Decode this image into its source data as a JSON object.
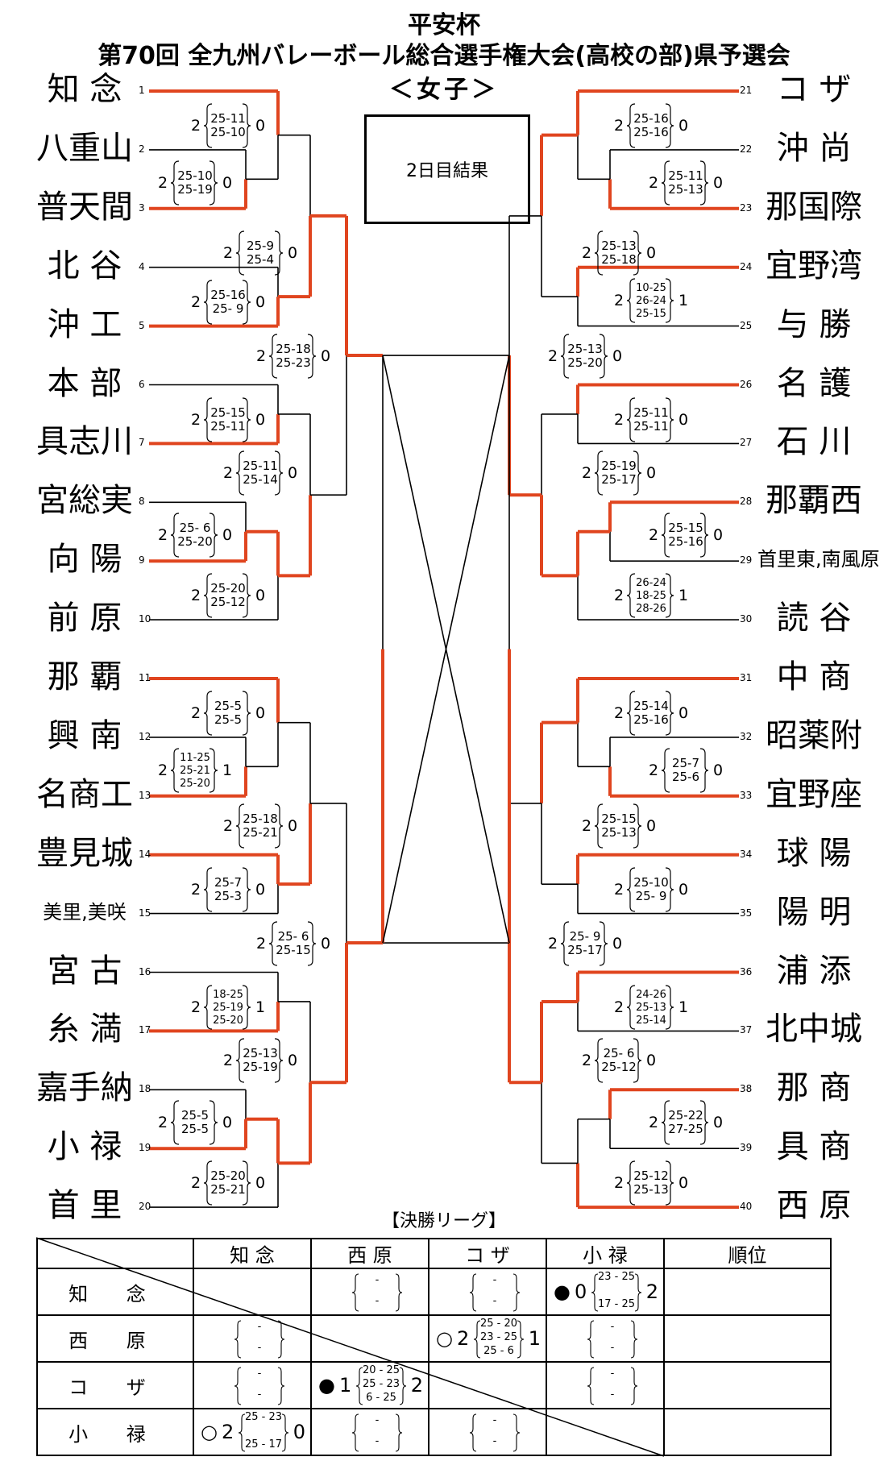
{
  "header": {
    "line1": "平安杯",
    "line2": "第70回 全九州バレーボール総合選手権大会(高校の部)県予選会",
    "line3": "＜女子＞"
  },
  "result_box": "2日目結果",
  "left_teams": [
    "知 念",
    "八重山",
    "普天間",
    "北 谷",
    "沖 工",
    "本 部",
    "具志川",
    "宮総実",
    "向 陽",
    "前 原",
    "那 覇",
    "興 南",
    "名商工",
    "豊見城",
    "美里,美咲",
    "宮 古",
    "糸 満",
    "嘉手納",
    "小 禄",
    "首 里"
  ],
  "right_teams": [
    "コ ザ",
    "沖 尚",
    "那国際",
    "宜野湾",
    "与 勝",
    "名 護",
    "石 川",
    "那覇西",
    "首里東,南風原",
    "読 谷",
    "中 商",
    "昭薬附",
    "宜野座",
    "球 陽",
    "陽 明",
    "浦 添",
    "北中城",
    "那 商",
    "具 商",
    "西 原"
  ],
  "left_numbers": [
    "1",
    "2",
    "3",
    "4",
    "5",
    "6",
    "7",
    "8",
    "9",
    "10",
    "11",
    "12",
    "13",
    "14",
    "15",
    "16",
    "17",
    "18",
    "19",
    "20"
  ],
  "right_numbers": [
    "21",
    "22",
    "23",
    "24",
    "25",
    "26",
    "27",
    "28",
    "29",
    "30",
    "31",
    "32",
    "33",
    "34",
    "35",
    "36",
    "37",
    "38",
    "39",
    "40"
  ],
  "matches": [
    {
      "w": "2",
      "s": [
        "25-11",
        "25-10"
      ],
      "l": "0"
    },
    {
      "w": "2",
      "s": [
        "25-10",
        "25-19"
      ],
      "l": "0"
    },
    {
      "w": "2",
      "s": [
        "25-9",
        "25-4"
      ],
      "l": "0"
    },
    {
      "w": "2",
      "s": [
        "25-16",
        "25- 9"
      ],
      "l": "0"
    },
    {
      "w": "2",
      "s": [
        "25-18",
        "25-23"
      ],
      "l": "0"
    },
    {
      "w": "2",
      "s": [
        "25-15",
        "25-11"
      ],
      "l": "0"
    },
    {
      "w": "2",
      "s": [
        "25-11",
        "25-14"
      ],
      "l": "0"
    },
    {
      "w": "2",
      "s": [
        "25- 6",
        "25-20"
      ],
      "l": "0"
    },
    {
      "w": "2",
      "s": [
        "25-20",
        "25-12"
      ],
      "l": "0"
    },
    {
      "w": "2",
      "s": [
        "25-5",
        "25-5"
      ],
      "l": "0"
    },
    {
      "w": "2",
      "s": [
        "11-25",
        "25-21",
        "25-20"
      ],
      "l": "1"
    },
    {
      "w": "2",
      "s": [
        "25-18",
        "25-21"
      ],
      "l": "0"
    },
    {
      "w": "2",
      "s": [
        "25-7",
        "25-3"
      ],
      "l": "0"
    },
    {
      "w": "2",
      "s": [
        "25- 6",
        "25-15"
      ],
      "l": "0"
    },
    {
      "w": "2",
      "s": [
        "18-25",
        "25-19",
        "25-20"
      ],
      "l": "1"
    },
    {
      "w": "2",
      "s": [
        "25-13",
        "25-19"
      ],
      "l": "0"
    },
    {
      "w": "2",
      "s": [
        "25-5",
        "25-5"
      ],
      "l": "0"
    },
    {
      "w": "2",
      "s": [
        "25-20",
        "25-21"
      ],
      "l": "0"
    },
    {
      "w": "2",
      "s": [
        "25-16",
        "25-16"
      ],
      "l": "0"
    },
    {
      "w": "2",
      "s": [
        "25-11",
        "25-13"
      ],
      "l": "0"
    },
    {
      "w": "2",
      "s": [
        "25-13",
        "25-18"
      ],
      "l": "0"
    },
    {
      "w": "2",
      "s": [
        "10-25",
        "26-24",
        "25-15"
      ],
      "l": "1"
    },
    {
      "w": "2",
      "s": [
        "25-13",
        "25-20"
      ],
      "l": "0"
    },
    {
      "w": "2",
      "s": [
        "25-11",
        "25-11"
      ],
      "l": "0"
    },
    {
      "w": "2",
      "s": [
        "25-19",
        "25-17"
      ],
      "l": "0"
    },
    {
      "w": "2",
      "s": [
        "25-15",
        "25-16"
      ],
      "l": "0"
    },
    {
      "w": "2",
      "s": [
        "26-24",
        "18-25",
        "28-26"
      ],
      "l": "1"
    },
    {
      "w": "2",
      "s": [
        "25-14",
        "25-16"
      ],
      "l": "0"
    },
    {
      "w": "2",
      "s": [
        "25-7",
        "25-6"
      ],
      "l": "0"
    },
    {
      "w": "2",
      "s": [
        "25-15",
        "25-13"
      ],
      "l": "0"
    },
    {
      "w": "2",
      "s": [
        "25-10",
        "25- 9"
      ],
      "l": "0"
    },
    {
      "w": "2",
      "s": [
        "25- 9",
        "25-17"
      ],
      "l": "0"
    },
    {
      "w": "2",
      "s": [
        "24-26",
        "25-13",
        "25-14"
      ],
      "l": "1"
    },
    {
      "w": "2",
      "s": [
        "25- 6",
        "25-12"
      ],
      "l": "0"
    },
    {
      "w": "2",
      "s": [
        "25-22",
        "27-25"
      ],
      "l": "0"
    },
    {
      "w": "2",
      "s": [
        "25-12",
        "25-13"
      ],
      "l": "0"
    }
  ],
  "final": {
    "title": "【決勝リーグ】",
    "columns": [
      "知 念",
      "西 原",
      "コ ザ",
      "小 禄",
      "順位"
    ],
    "rows": [
      "知 念",
      "西 原",
      "コ ザ",
      "小 禄"
    ],
    "dash": "-",
    "results": [
      {
        "mark": "●",
        "w": "0",
        "s": [
          "23 - 25",
          "",
          "17 - 25"
        ],
        "l": "2"
      },
      {
        "mark": "○",
        "w": "2",
        "s": [
          "25 - 20",
          "23 - 25",
          "25 - 6"
        ],
        "l": "1"
      },
      {
        "mark": "●",
        "w": "1",
        "s": [
          "20 - 25",
          "25 - 23",
          "6 - 25"
        ],
        "l": "2"
      },
      {
        "mark": "○",
        "w": "2",
        "s": [
          "25 - 23",
          "",
          "25 - 17"
        ],
        "l": "0"
      }
    ]
  },
  "colors": {
    "win": "#e0451f",
    "line": "#000000"
  }
}
